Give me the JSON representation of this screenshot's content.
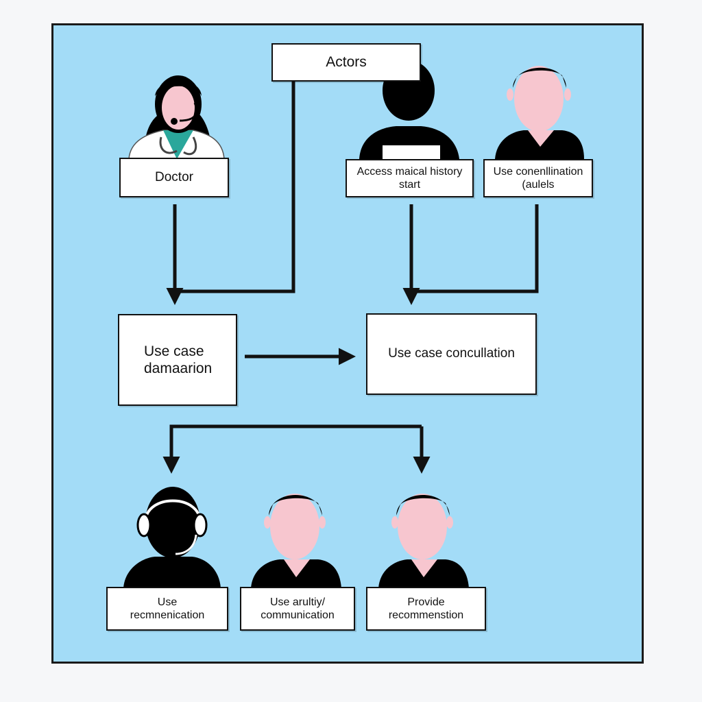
{
  "header": {
    "title": "Actors"
  },
  "actor_labels": {
    "doctor": "Doctor",
    "access": [
      "Access maical history",
      "start"
    ],
    "consultation_queue": [
      "Use conenllination",
      "(aulels"
    ]
  },
  "use_cases": {
    "left": [
      "Use case",
      "damaarion"
    ],
    "right": "Use case concullation"
  },
  "bottom_labels": {
    "first": [
      "Use",
      "recmnenication"
    ],
    "second": [
      "Use arultiy/",
      "communication"
    ],
    "third": [
      "Provide",
      "recommenstion"
    ]
  },
  "colors": {
    "panel": "#a3dcf7",
    "skin": "#f7c6cf",
    "hair": "#000000",
    "scrubs": "#2aa79b"
  },
  "icons": [
    "headset-icon",
    "stethoscope-icon",
    "person-icon"
  ]
}
